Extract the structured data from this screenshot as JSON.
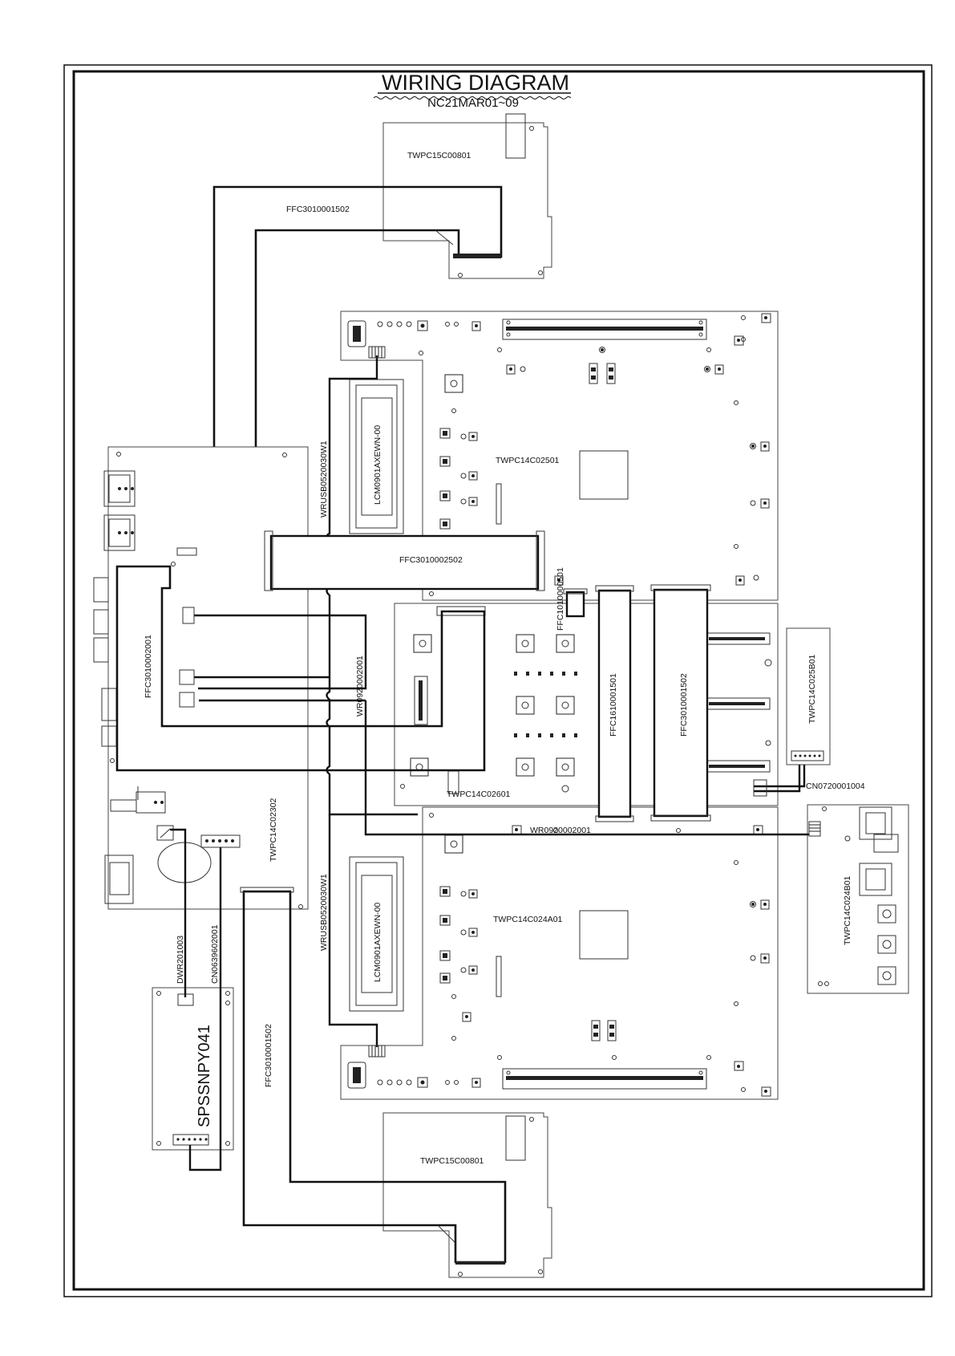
{
  "title": "WIRING DIAGRAM",
  "model": "NC21MAR01~09",
  "labels": {
    "twpc15_top": "TWPC15C00801",
    "twpc15_bottom": "TWPC15C00801",
    "ffc_top": "FFC3010001502",
    "ffc_bottom": "FFC3010001502",
    "twpc14c02501": "TWPC14C02501",
    "twpc14c024a01": "TWPC14C024A01",
    "twpc14c02601": "TWPC14C02601",
    "twpc14c02302": "TWPC14C02302",
    "twpc14c025b01": "TWPC14C025B01",
    "twpc14c024b01": "TWPC14C024B01",
    "ffc3010002502": "FFC3010002502",
    "ffc3010002001": "FFC3010002001",
    "ffc1010000501": "FFC1010000501",
    "ffc1610001501": "FFC1610001501",
    "ffc3010001502_mid": "FFC3010001502",
    "lcm_top": "LCM0901AXEWN-00",
    "lcm_bottom": "LCM0901AXEWN-00",
    "wrusb_top": "WRUSB0520030W1",
    "wrusb_bottom": "WRUSB0520030W1",
    "wr_vertical": "WR0920002001",
    "wr_horizontal": "WR0920002001",
    "cn0720": "CN0720001004",
    "cn0639": "CN0639602001",
    "dwr": "DWR201003",
    "psu": "SPSSNPY041"
  }
}
